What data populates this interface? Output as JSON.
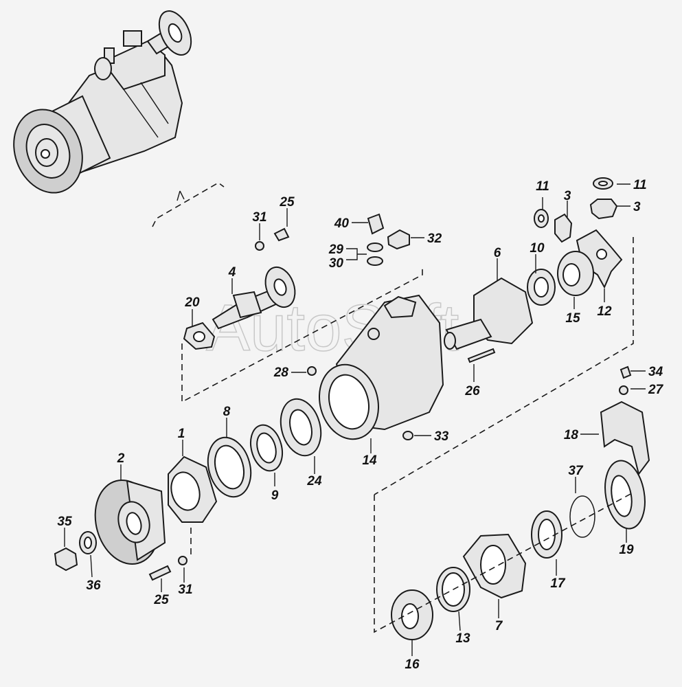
{
  "watermark": "AutoSoft",
  "callouts": [
    {
      "id": "c11a",
      "text": "11"
    },
    {
      "id": "c3a",
      "text": "3"
    },
    {
      "id": "c11b",
      "text": "11"
    },
    {
      "id": "c3b",
      "text": "3"
    },
    {
      "id": "c25a",
      "text": "25"
    },
    {
      "id": "c31a",
      "text": "31"
    },
    {
      "id": "c40",
      "text": "40"
    },
    {
      "id": "c32",
      "text": "32"
    },
    {
      "id": "c29",
      "text": "29"
    },
    {
      "id": "c30",
      "text": "30"
    },
    {
      "id": "c4",
      "text": "4"
    },
    {
      "id": "c6",
      "text": "6"
    },
    {
      "id": "c10",
      "text": "10"
    },
    {
      "id": "c20",
      "text": "20"
    },
    {
      "id": "c15",
      "text": "15"
    },
    {
      "id": "c12",
      "text": "12"
    },
    {
      "id": "c28",
      "text": "28"
    },
    {
      "id": "c26",
      "text": "26"
    },
    {
      "id": "c34",
      "text": "34"
    },
    {
      "id": "c27",
      "text": "27"
    },
    {
      "id": "c8",
      "text": "8"
    },
    {
      "id": "c1",
      "text": "1"
    },
    {
      "id": "c14",
      "text": "14"
    },
    {
      "id": "c33",
      "text": "33"
    },
    {
      "id": "c18",
      "text": "18"
    },
    {
      "id": "c9",
      "text": "9"
    },
    {
      "id": "c24",
      "text": "24"
    },
    {
      "id": "c2",
      "text": "2"
    },
    {
      "id": "c37",
      "text": "37"
    },
    {
      "id": "c35",
      "text": "35"
    },
    {
      "id": "c19",
      "text": "19"
    },
    {
      "id": "c17",
      "text": "17"
    },
    {
      "id": "c36",
      "text": "36"
    },
    {
      "id": "c31b",
      "text": "31"
    },
    {
      "id": "c25b",
      "text": "25"
    },
    {
      "id": "c7",
      "text": "7"
    },
    {
      "id": "c13",
      "text": "13"
    },
    {
      "id": "c16",
      "text": "16"
    }
  ]
}
